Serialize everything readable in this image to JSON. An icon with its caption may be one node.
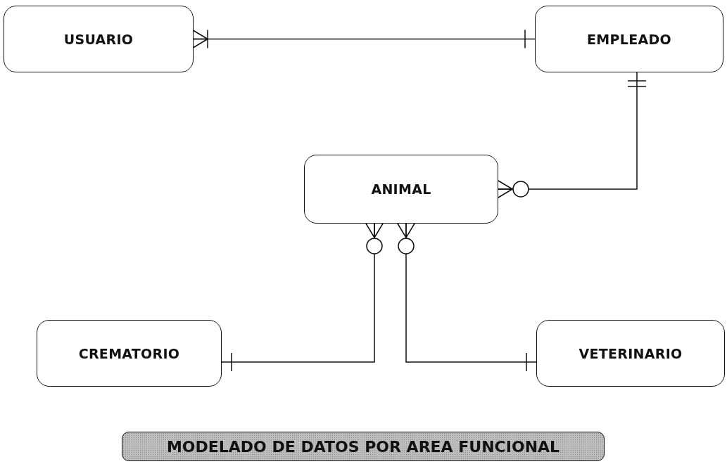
{
  "diagram": {
    "title": "MODELADO DE DATOS POR AREA FUNCIONAL",
    "nodes": [
      {
        "text": [
          "USUARIO"
        ]
      },
      {
        "text": [
          "EMPLEADO"
        ]
      },
      {
        "text": [
          "ANIMAL"
        ]
      },
      {
        "text": [
          "CREMATORIO"
        ]
      },
      {
        "text": [
          "VETERINARIO"
        ]
      }
    ],
    "edges": [
      {
        "from": 0,
        "to": 1,
        "arrow": "other"
      },
      {
        "from": 1,
        "to": 2,
        "arrow": "other"
      },
      {
        "from": 2,
        "to": 3,
        "arrow": "other"
      },
      {
        "from": 2,
        "to": 4,
        "arrow": "other"
      }
    ]
  }
}
